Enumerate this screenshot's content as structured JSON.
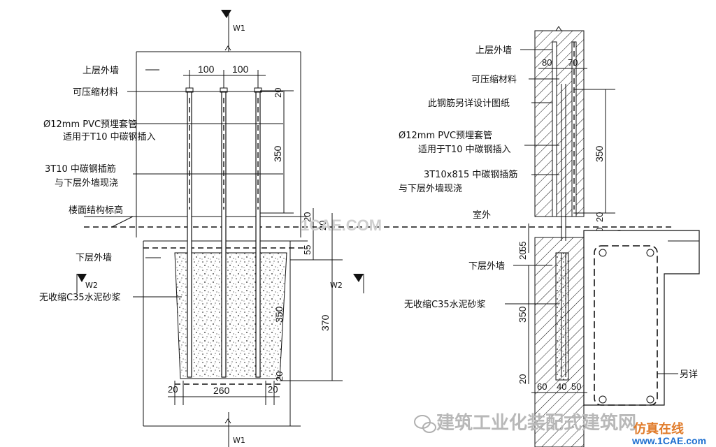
{
  "left_detail": {
    "sections": {
      "top": "W1",
      "bottom": "W1",
      "left_mark": "W2",
      "right_mark": "W2"
    },
    "labels": {
      "upper_wall": "上层外墙",
      "compressible": "可压缩材料",
      "pvc_line1": "Ø12mm PVC预埋套管",
      "pvc_line2": "适用于T10 中碳钢插入",
      "bars_line1": "3T10 中碳钢插筋",
      "bars_line2": "与下层外墙现浇",
      "floor_level": "楼面结构标高",
      "lower_wall": "下层外墙",
      "grout": "无收缩C35水泥砂浆"
    },
    "dims": {
      "top_spacing_1": "100",
      "top_spacing_2": "100",
      "upper_350": "350",
      "right_20a": "20",
      "right_20b": "20",
      "right_20c": "20",
      "right_55": "55",
      "lower_350": "350",
      "lower_370": "370",
      "bottom_20_right": "20",
      "bottom_20_left": "20",
      "bottom_260": "260",
      "bottom_20_r2": "20"
    }
  },
  "right_detail": {
    "labels": {
      "upper_wall": "上层外墙",
      "compressible": "可压缩材料",
      "rebar_note": "此钢筋另详设计图纸",
      "pvc_line1": "Ø12mm PVC预埋套管",
      "pvc_line2": "适用于T10 中碳钢插入",
      "bars_line1": "3T10x815 中碳钢插筋",
      "bars_line2": "与下层外墙现浇",
      "outside": "室外",
      "lower_wall": "下层外墙",
      "grout": "无收缩C35水泥砂浆",
      "see_other": "另详"
    },
    "dims": {
      "top_80": "80",
      "top_70": "70",
      "upper_350": "350",
      "right_20a": "20",
      "right_20b": "20",
      "right_20c": "20",
      "left_20": "20",
      "left_55": "55",
      "lower_350": "350",
      "bottom_20": "20",
      "bottom_60": "60",
      "bottom_40": "40",
      "bottom_50": "50"
    }
  },
  "watermark": {
    "center": "1CAE.COM",
    "bottom_text": "建筑工业化装配式建筑网",
    "brand": "仿真在线",
    "url": "www.1CAE.com"
  }
}
